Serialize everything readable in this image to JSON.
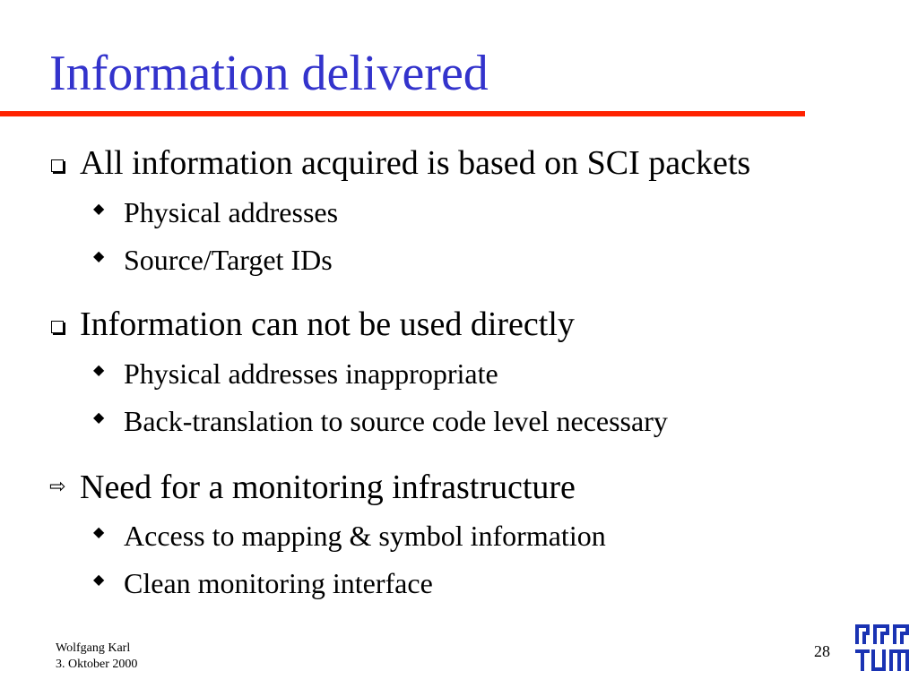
{
  "slide": {
    "title": "Information delivered",
    "accent_color": "#3333cc",
    "rule_color": "#ff2200"
  },
  "bullets": [
    {
      "marker_icon": "checkbox-square-icon",
      "text": "All information acquired is based on SCI packets",
      "sub": [
        "Physical addresses",
        "Source/Target IDs"
      ]
    },
    {
      "marker_icon": "checkbox-square-icon",
      "text": "Information can not be used directly",
      "sub": [
        "Physical addresses inappropriate",
        "Back-translation to source code level necessary"
      ]
    },
    {
      "marker_icon": "outline-arrow-right-icon",
      "text": "Need for a monitoring infrastructure",
      "sub": [
        "Access to mapping & symbol information",
        "Clean monitoring interface"
      ]
    }
  ],
  "sub_marker_icon": "diamond-bullet-icon",
  "footer": {
    "author": "Wolfgang Karl",
    "date": "3. Oktober 2000",
    "page_number": "28"
  },
  "logo_icon": "tum-logo-icon",
  "logo_color": "#1a33b3"
}
